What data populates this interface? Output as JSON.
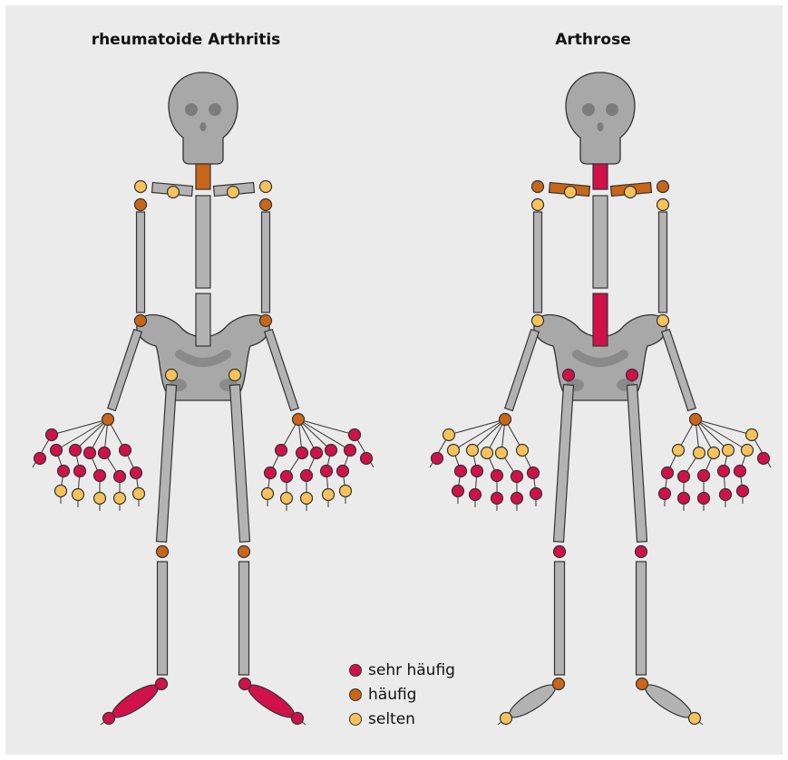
{
  "titles": {
    "left": "rheumatoide Arthritis",
    "right": "Arthrose"
  },
  "colors": {
    "sehr_haeufig": "#d0114a",
    "haeufig": "#c8661a",
    "selten": "#f6c25a",
    "bone": "#b3b3b3",
    "skull": "#a8a8a8",
    "outline": "#333333",
    "background": "#ebebeb"
  },
  "legend": [
    {
      "label": "sehr häufig",
      "level": "sehr_haeufig"
    },
    {
      "label": "häufig",
      "level": "haeufig"
    },
    {
      "label": "selten",
      "level": "selten"
    }
  ],
  "skeletons": {
    "rheumatoide_arthritis": {
      "neck": "haeufig",
      "clavicles": "bone",
      "upper_spine": "bone",
      "lower_spine": "bone",
      "feet": "sehr_haeufig",
      "joints": {
        "shoulder_outer_l": "selten",
        "shoulder_outer_r": "selten",
        "shoulder_inner_l": "selten",
        "shoulder_inner_r": "selten",
        "shoulder_l": "haeufig",
        "shoulder_r": "haeufig",
        "elbow_l": "haeufig",
        "elbow_r": "haeufig",
        "hip_l": "selten",
        "hip_r": "selten",
        "wrist_l": "haeufig",
        "wrist_r": "haeufig",
        "knee_l": "haeufig",
        "knee_r": "haeufig",
        "ankle_l": "sehr_haeufig",
        "ankle_r": "sehr_haeufig",
        "toe_l": "sehr_haeufig",
        "toe_r": "sehr_haeufig"
      },
      "hand_rows": [
        "sehr_haeufig",
        "sehr_haeufig",
        "selten"
      ]
    },
    "arthrose": {
      "neck": "sehr_haeufig",
      "clavicles": "haeufig",
      "upper_spine": "bone",
      "lower_spine": "sehr_haeufig",
      "feet": "bone",
      "joints": {
        "shoulder_outer_l": "haeufig",
        "shoulder_outer_r": "haeufig",
        "shoulder_inner_l": "selten",
        "shoulder_inner_r": "selten",
        "shoulder_l": "selten",
        "shoulder_r": "selten",
        "elbow_l": "selten",
        "elbow_r": "selten",
        "hip_l": "sehr_haeufig",
        "hip_r": "sehr_haeufig",
        "wrist_l": "haeufig",
        "wrist_r": "haeufig",
        "knee_l": "sehr_haeufig",
        "knee_r": "sehr_haeufig",
        "ankle_l": "haeufig",
        "ankle_r": "haeufig",
        "toe_l": "selten",
        "toe_r": "selten"
      },
      "hand_rows": [
        "selten",
        "sehr_haeufig",
        "sehr_haeufig"
      ]
    }
  }
}
